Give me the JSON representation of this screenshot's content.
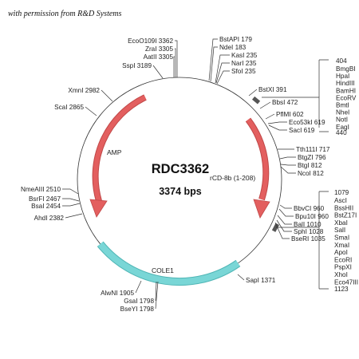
{
  "permission": "with permission from R&D Systems",
  "plasmid": {
    "name": "RDC3362",
    "size": "3374 bps"
  },
  "features": {
    "amp": "AMP",
    "cole1": "COLE1",
    "insert": "rCD-8b (1-208)"
  },
  "colors": {
    "arrow": "#e35f5f",
    "arrow_stroke": "#c04848",
    "cole1": "#79d6d6",
    "cole1_stroke": "#4fb5b5",
    "circle": "#333333"
  },
  "sites": {
    "ecoo109i": "EcoO109I 3362",
    "zrai": "ZraI 3305",
    "aatii": "AatII 3305",
    "sspi": "SspI 3189",
    "bstapi": "BstAPI 179",
    "ndei": "NdeI 183",
    "kasi": "KasI 235",
    "nari": "NarI 235",
    "sfoi": "SfoI 235",
    "xmni": "XmnI 2982",
    "scai": "ScaI 2865",
    "bstxi": "BstXI 391",
    "bbsi": "BbsI 472",
    "pflmi": "PflMI 602",
    "eco53ki": "Eco53kI 619",
    "saci": "SacI 619",
    "tth111i": "Tth111I 717",
    "btgzi": "BtgZI 796",
    "btgi": "BtgI 812",
    "ncoi": "NcoI 812",
    "nmeaiii": "NmeAIII 2510",
    "bsrfi": "BsrFI 2467",
    "bsai": "BsaI 2454",
    "ahdi": "AhdI 2382",
    "bbvci": "BbvCI 960",
    "bpu10i": "Bpu10I 960",
    "bali": "BalI 1010",
    "sphi": "SphI 1028",
    "bseri": "BseRI 1035",
    "sapi": "SapI 1371",
    "alwni": "AlwNI 1905",
    "gsai": "GsaI 1798",
    "bseyi": "BseYI 1798"
  },
  "mcs1": {
    "start": "404",
    "end": "440",
    "enzymes": [
      "BmgBI",
      "HpaI",
      "HindIII",
      "BamHI",
      "EcoRV",
      "BmtI",
      "NheI",
      "NotI",
      "EagI"
    ]
  },
  "mcs2": {
    "start": "1079",
    "end": "1123",
    "enzymes": [
      "AscI",
      "BssHII",
      "BstZ17I",
      "XbaI",
      "SalI",
      "SmaI",
      "XmaI",
      "ApoI",
      "EcoRI",
      "PspXI",
      "XhoI",
      "Eco47III"
    ]
  }
}
